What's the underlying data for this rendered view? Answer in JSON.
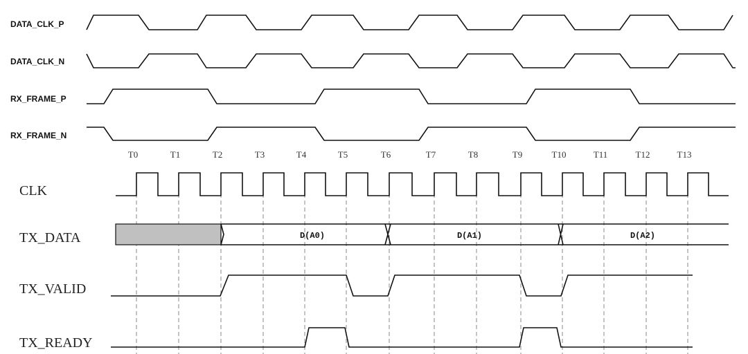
{
  "signals_top": [
    {
      "name": "DATA_CLK_P"
    },
    {
      "name": "DATA_CLK_N"
    },
    {
      "name": "RX_FRAME_P"
    },
    {
      "name": "RX_FRAME_N"
    }
  ],
  "time_markers": [
    "T0",
    "T1",
    "T2",
    "T3",
    "T4",
    "T5",
    "T6",
    "T7",
    "T8",
    "T9",
    "T10",
    "T11",
    "T12",
    "T13"
  ],
  "signals_bottom": [
    {
      "name": "CLK"
    },
    {
      "name": "TX_DATA"
    },
    {
      "name": "TX_VALID"
    },
    {
      "name": "TX_READY"
    }
  ],
  "tx_data_segments": [
    {
      "label": "D(A0)"
    },
    {
      "label": "D(A1)"
    },
    {
      "label": "D(A2)"
    }
  ]
}
